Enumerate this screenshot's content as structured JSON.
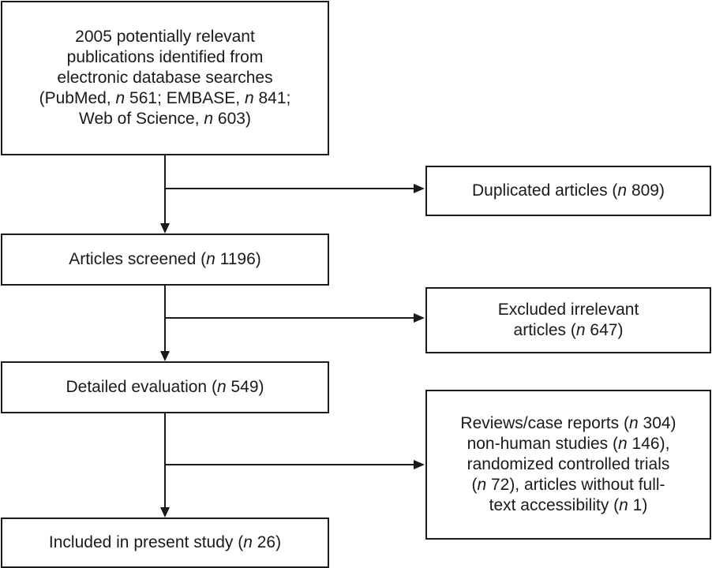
{
  "flow": {
    "identified": {
      "line1": "2005 potentially relevant",
      "line2": "publications identified from",
      "line3": "electronic database searches",
      "line4": "(PubMed, n 561; EMBASE, n 841;",
      "line5": "Web of Science, n 603)"
    },
    "duplicated": "Duplicated articles (n 809)",
    "screened": "Articles screened (n 1196)",
    "excluded_irrelevant": {
      "line1": "Excluded irrelevant",
      "line2": "articles (n 647)"
    },
    "detailed": "Detailed evaluation (n 549)",
    "excluded_other": {
      "line1": "Reviews/case reports (n 304)",
      "line2": "non-human studies (n 146),",
      "line3": "randomized controlled trials",
      "line4": "(n 72), articles without full-",
      "line5": "text accessibility (n 1)"
    },
    "included": "Included in present study (n 26)"
  }
}
